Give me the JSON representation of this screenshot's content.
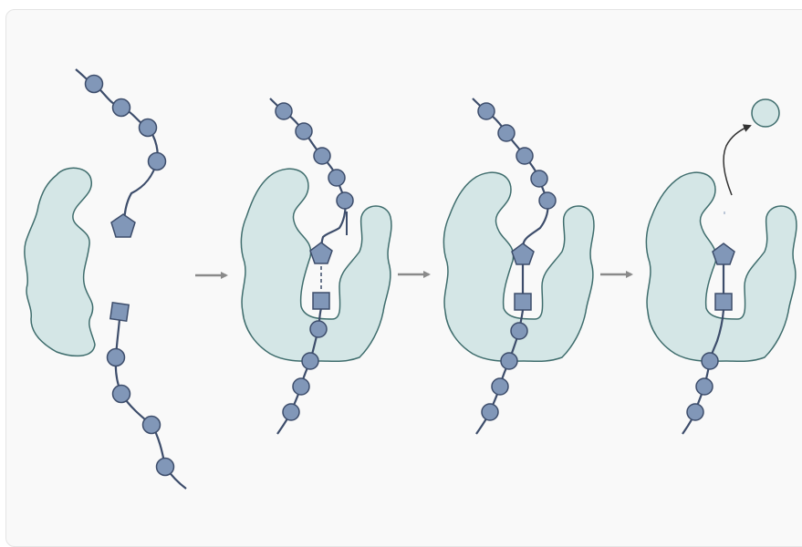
{
  "colors": {
    "protein_fill": "#d4e6e6",
    "protein_stroke": "#3f6d6d",
    "residue_fill": "#8197b8",
    "residue_stroke": "#3d4d6b",
    "chain": "#3d4d6b",
    "arrow": "#8a8a8a",
    "released_fill": "#d4e6e6",
    "release_arrow": "#333333",
    "frame_bg": "#f9f9f9"
  },
  "diagram": {
    "stages": [
      "separate",
      "aligned",
      "bonded",
      "released"
    ],
    "transition_arrows": 3,
    "residue_shapes": [
      "circle",
      "pentagon",
      "square"
    ],
    "icons": [
      "protein-icon",
      "residue-icon",
      "pentagon-icon",
      "square-icon",
      "arrow-icon",
      "release-arrow-icon",
      "leaving-group-icon"
    ]
  }
}
